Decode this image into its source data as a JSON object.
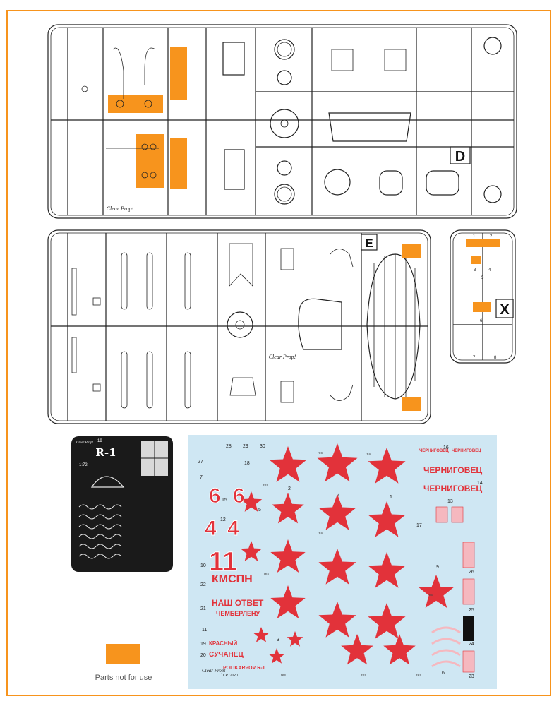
{
  "colors": {
    "frame": "#f7941d",
    "not_for_use": "#f7941d",
    "sprue_line": "#222222",
    "decal_bg": "#cfe7f3",
    "decal_red": "#e2323a",
    "decal_pink": "#f5b8bf",
    "pe_fret": "#1a1a1a"
  },
  "sprues": {
    "d": {
      "letter": "D",
      "logo": "Clear Prop!"
    },
    "e": {
      "letter": "E",
      "logo": "Clear Prop!"
    },
    "x": {
      "letter": "X",
      "numbers": [
        "1",
        "2",
        "3",
        "4",
        "5",
        "6",
        "7",
        "8"
      ]
    }
  },
  "photoetch": {
    "title": "R-1",
    "brand": "Clear Prop!",
    "scale": "1:72",
    "number": "19"
  },
  "decals": {
    "brand": "Clear Prop!",
    "name": "POLIKARPOV R-1",
    "code": "CP72020",
    "res": "res",
    "big_numbers": [
      "6",
      "6",
      "4",
      "4",
      "11"
    ],
    "texts": {
      "chernigovets": "ЧЕРНИГОВЕЦ",
      "krasny": "КРАСНЫЙ",
      "suchanets": "СУЧАНЕЦ",
      "slogan1": "НАШ ОТВЕТ",
      "slogan2": "ЧЕМБЕРЛЕНУ",
      "kmspn": "КМСПН"
    },
    "numbers": [
      "1",
      "2",
      "3",
      "4",
      "5",
      "6",
      "7",
      "9",
      "10",
      "11",
      "12",
      "13",
      "14",
      "15",
      "16",
      "17",
      "18",
      "19",
      "20",
      "21",
      "22",
      "23",
      "24",
      "25",
      "26",
      "27",
      "28",
      "29",
      "30"
    ]
  },
  "legend": {
    "label": "Parts not for use"
  }
}
